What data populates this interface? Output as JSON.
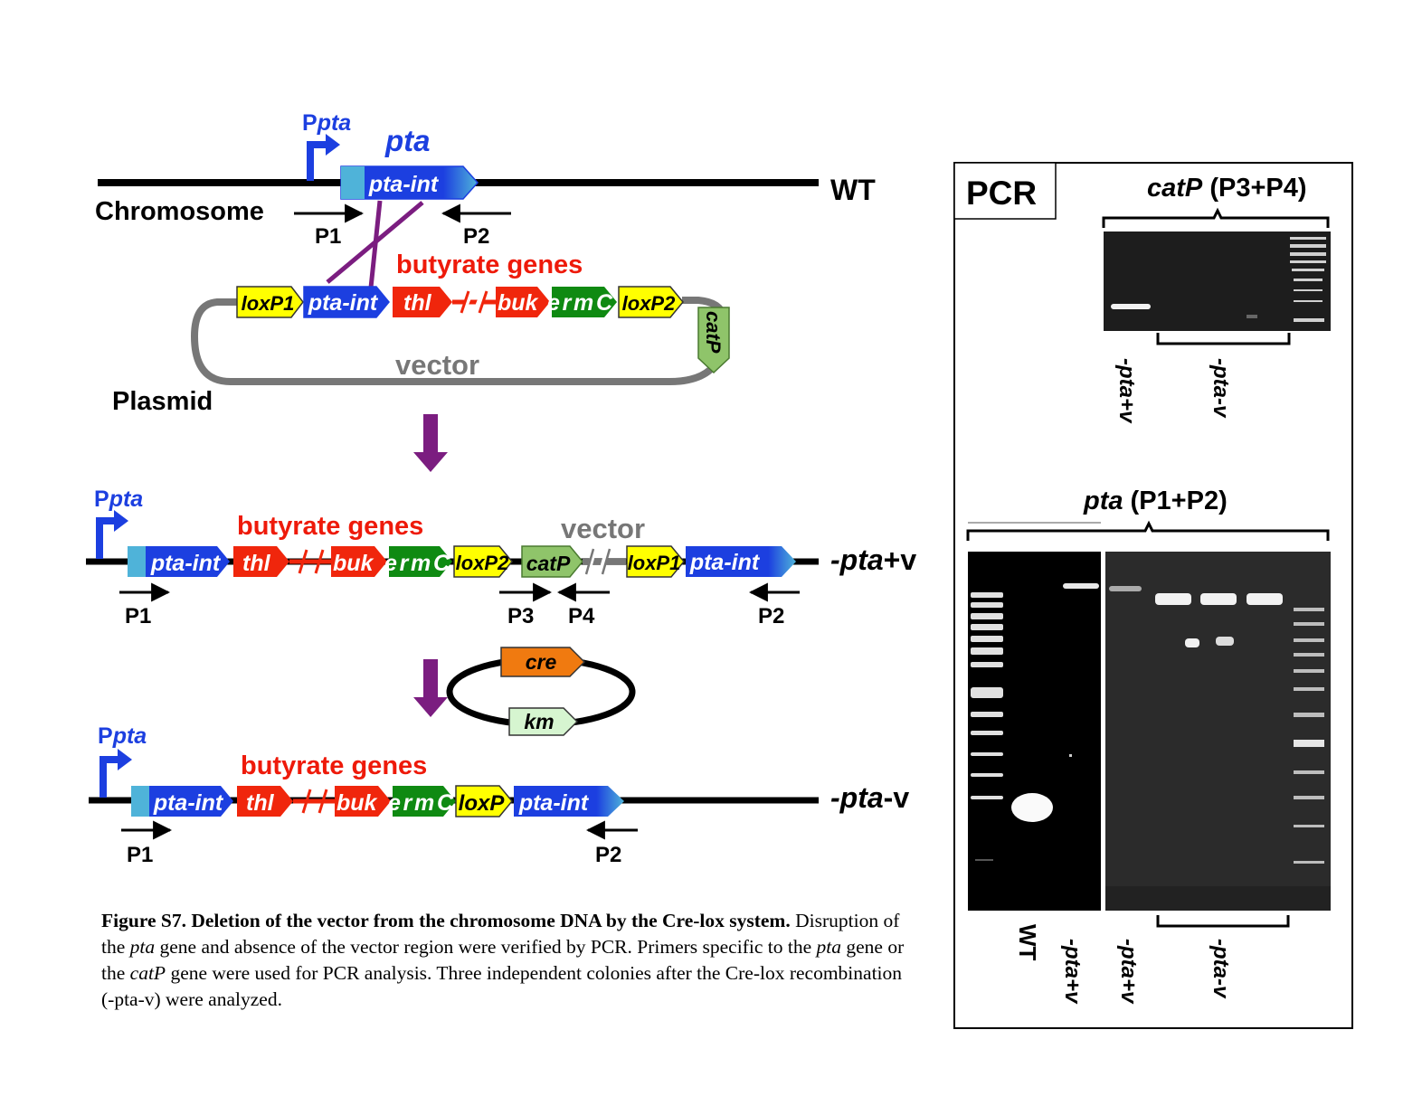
{
  "labels": {
    "chromosome": "Chromosome",
    "plasmid": "Plasmid",
    "vector": "vector",
    "butyrate_genes": "butyrate genes",
    "promoter_p": "P",
    "promoter_pta": "pta",
    "pta_gene": "pta",
    "wt": "WT",
    "pta_plus_v": "-pta+v",
    "pta_plus_v_italic": "-pta",
    "pta_plus_v_suffix": "+v",
    "pta_minus_v_italic": "-pta",
    "pta_minus_v_suffix": "-v"
  },
  "genes": {
    "pta_int": "pta-int",
    "thl": "thl",
    "buk": "buk",
    "ermC": "ermC",
    "loxP1": "loxP1",
    "loxP2": "loxP2",
    "loxP": "loxP",
    "catP": "catP",
    "cre": "cre",
    "km": "km"
  },
  "primers": {
    "p1": "P1",
    "p2": "P2",
    "p3": "P3",
    "p4": "P4"
  },
  "pcr": {
    "title": "PCR",
    "catp_header_gene": "catP",
    "catp_header_primers": " (P3+P4)",
    "pta_header_gene": "pta",
    "pta_header_primers": " (P1+P2)",
    "lane_wt": "WT",
    "lane_pta_plus_v": "-pta+v",
    "lane_pta_minus_v": "-pta-v"
  },
  "caption": {
    "title": "Figure S7. Deletion of the vector from the chromosome DNA by the Cre-lox system.",
    "t1": " Disruption of the ",
    "i1": "pta",
    "t2": " gene and absence of the vector region were verified by PCR. Primers specific to the ",
    "i2": "pta",
    "t3": " gene or the ",
    "i3": "catP",
    "t4": " gene were used for PCR analysis. Three independent colonies after the Cre-lox recombination (-pta-v) were analyzed."
  },
  "colors": {
    "pta_int": "#1c3fe0",
    "pta_int_light": "#4fb3d9",
    "thl_buk": "#f0260c",
    "ermC": "#0f8a12",
    "lox": "#ffff00",
    "catP": "#8fc46a",
    "cre": "#f07a10",
    "km": "#d6f5d0",
    "arrow_purple": "#7b1d80",
    "promoter_blue": "#1c3fe0",
    "text_red": "#ee1a0a"
  }
}
